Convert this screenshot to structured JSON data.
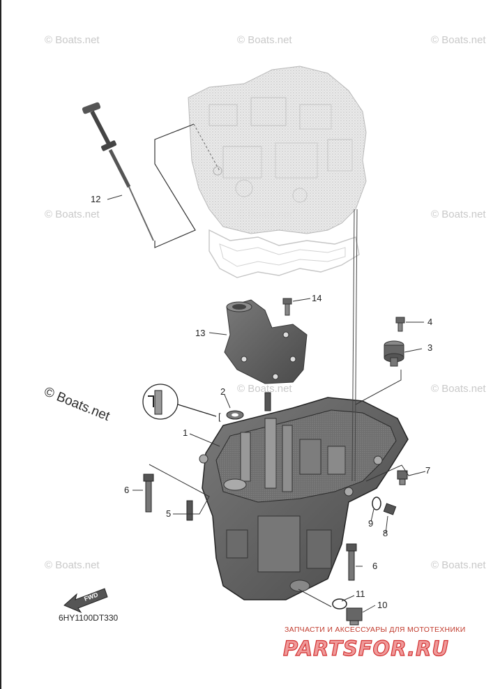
{
  "watermarks": {
    "small": "© Boats.net",
    "large": "© Boats.net"
  },
  "callouts": {
    "c1": "1",
    "c2": "2",
    "c3": "3",
    "c4": "4",
    "c5a": "5",
    "c6a": "6",
    "c6b": "6",
    "c7": "7",
    "c8": "8",
    "c9": "9",
    "c10": "10",
    "c11": "11",
    "c12": "12",
    "c13": "13",
    "c14": "14"
  },
  "drawing_code": "6HY1100DT330",
  "fwd_label": "FWD",
  "banner": {
    "tagline": "ЗАПЧАСТИ И АКСЕССУАРЫ ДЛЯ МОТОТЕХНИКИ",
    "brand": "PARTSFOR.RU"
  }
}
